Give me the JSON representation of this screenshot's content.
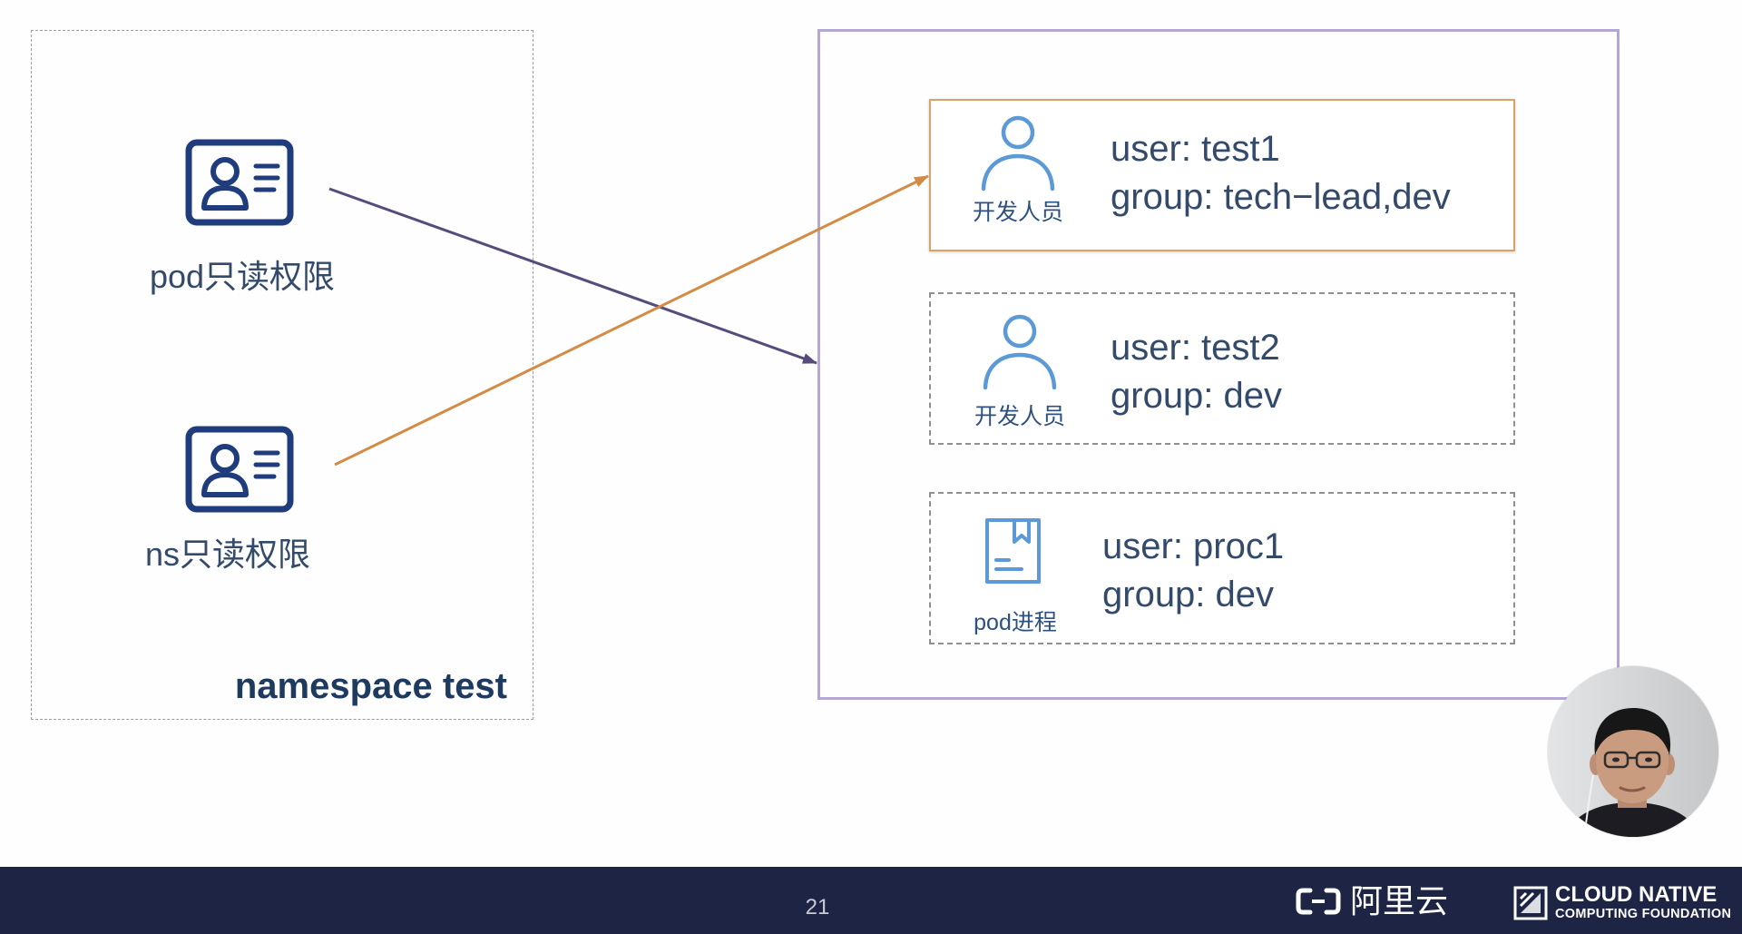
{
  "colors": {
    "background": "#fefefe",
    "text": "#334a6a",
    "title_text": "#1f3a5f",
    "label_text": "#2c5080",
    "id_card_icon": "#1f3c7c",
    "person_icon": "#5b9ad6",
    "namespace_border": "#9c9c9c",
    "group_border": "#b4a7d4",
    "highlight_border": "#d9a266",
    "dashed_border": "#8f8f8f",
    "purple_arrow": "#574a7d",
    "orange_arrow": "#d38c45",
    "footer_bg": "#1d2444",
    "footer_text": "#c8cad6",
    "logo_text": "#ffffff"
  },
  "namespace": {
    "title": "namespace test",
    "roles": [
      {
        "label": "pod只读权限",
        "icon": "id-card-icon"
      },
      {
        "label": "ns只读权限",
        "icon": "id-card-icon"
      }
    ]
  },
  "subjects": [
    {
      "kind": "开发人员",
      "icon": "person-icon",
      "user": "user: test1",
      "group": "group: tech−lead,dev"
    },
    {
      "kind": "开发人员",
      "icon": "person-icon",
      "user": "user: test2",
      "group": "group: dev"
    },
    {
      "kind": "pod进程",
      "icon": "document-icon",
      "user": "user: proc1",
      "group": "group: dev"
    }
  ],
  "footer": {
    "page_number": "21",
    "alibaba_cloud": "阿里云",
    "cncf_line1": "CLOUD NATIVE",
    "cncf_line2": "COMPUTING FOUNDATION"
  }
}
